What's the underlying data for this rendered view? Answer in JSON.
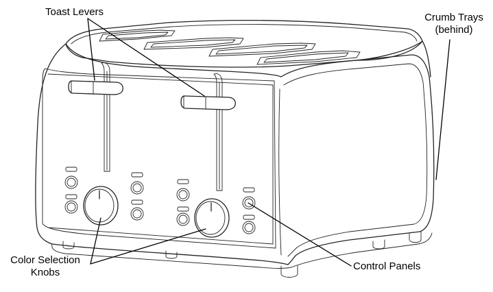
{
  "labels": {
    "toast_levers": "Toast Levers",
    "crumb_trays_line1": "Crumb Trays",
    "crumb_trays_line2": "(behind)",
    "color_knobs_line1": "Color Selection",
    "color_knobs_line2": "Knobs",
    "control_panels": "Control Panels"
  },
  "colors": {
    "line": "#222222",
    "text": "#000000",
    "background": "#ffffff"
  }
}
